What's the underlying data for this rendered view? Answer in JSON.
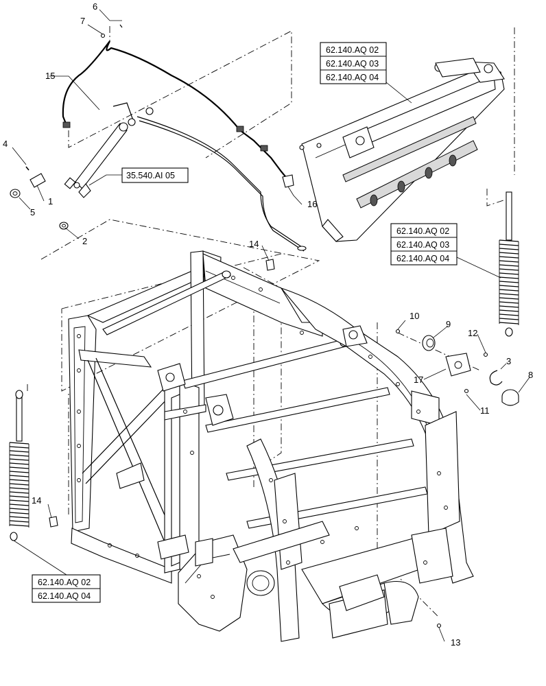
{
  "diagram": {
    "callouts": {
      "c1": "1",
      "c2": "2",
      "c3": "3",
      "c4": "4",
      "c5": "5",
      "c6": "6",
      "c7": "7",
      "c8": "8",
      "c9": "9",
      "c10": "10",
      "c11": "11",
      "c12": "12",
      "c13": "13",
      "c14a": "14",
      "c14b": "14",
      "c15": "15",
      "c16": "16",
      "c17": "17"
    },
    "references": {
      "top_right": [
        "62.140.AQ 02",
        "62.140.AQ 03",
        "62.140.AQ 04"
      ],
      "mid_right": [
        "62.140.AQ 02",
        "62.140.AQ 03",
        "62.140.AQ 04"
      ],
      "bottom_left": [
        "62.140.AQ 02",
        "62.140.AQ 04"
      ],
      "hydraulic": "35.540.AI 05"
    }
  }
}
